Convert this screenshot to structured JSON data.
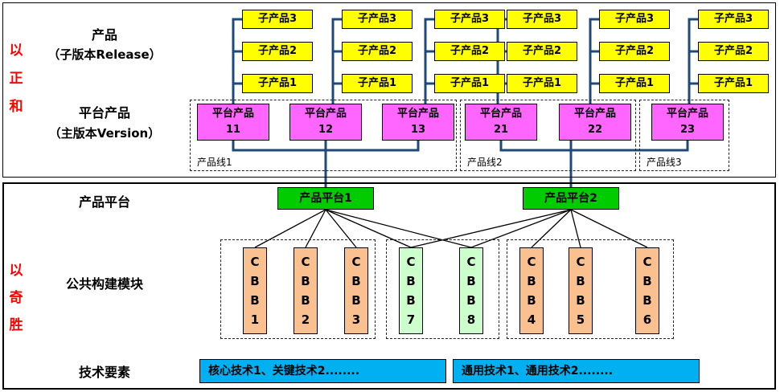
{
  "mottos": {
    "top": "以正和",
    "bottom": "以奇胜"
  },
  "top_section": {
    "labels": {
      "product_title": "产品",
      "product_subtitle": "（子版本Release）",
      "platform_title": "平台产品",
      "platform_subtitle": "（主版本Version）"
    },
    "sub_product_columns": [
      {
        "items": [
          "子产品3",
          "子产品2",
          "子产品1"
        ]
      },
      {
        "items": [
          "子产品3",
          "子产品2",
          "子产品1"
        ]
      },
      {
        "items": [
          "子产品3",
          "子产品2",
          "子产品1"
        ]
      },
      {
        "items": [
          "子产品3",
          "子产品2",
          "子产品1"
        ]
      },
      {
        "items": [
          "子产品3",
          "子产品2",
          "子产品1"
        ]
      },
      {
        "items": [
          "子产品3",
          "子产品2",
          "子产品1"
        ]
      }
    ],
    "platform_products": [
      {
        "name": "平台产品",
        "num": "11"
      },
      {
        "name": "平台产品",
        "num": "12"
      },
      {
        "name": "平台产品",
        "num": "13"
      },
      {
        "name": "平台产品",
        "num": "21"
      },
      {
        "name": "平台产品",
        "num": "22"
      },
      {
        "name": "平台产品",
        "num": "23"
      }
    ],
    "product_lines": [
      "产品线1",
      "产品线2",
      "产品线3"
    ]
  },
  "bottom_section": {
    "labels": {
      "platform_row": "产品平台",
      "cbb_row": "公共构建模块",
      "tech_row": "技术要素"
    },
    "platforms": [
      "产品平台1",
      "产品平台2"
    ],
    "cbb_modules": [
      {
        "label": "CBB1",
        "variant": "orange"
      },
      {
        "label": "CBB2",
        "variant": "orange"
      },
      {
        "label": "CBB3",
        "variant": "orange"
      },
      {
        "label": "CBB7",
        "variant": "green"
      },
      {
        "label": "CBB8",
        "variant": "green"
      },
      {
        "label": "CBB4",
        "variant": "orange"
      },
      {
        "label": "CBB5",
        "variant": "orange"
      },
      {
        "label": "CBB6",
        "variant": "orange"
      }
    ],
    "tech_boxes": [
      "核心技术1、关键技术2........",
      "通用技术1、通用技术2........"
    ]
  },
  "colors": {
    "sub_product": "#FFFF00",
    "platform_product": "#FF66FF",
    "product_platform": "#00CC00",
    "cbb_orange": "#FAC090",
    "cbb_green": "#CCFFCC",
    "tech": "#00B0F0",
    "motto": "#FF0000",
    "connector": "#1F497D"
  }
}
